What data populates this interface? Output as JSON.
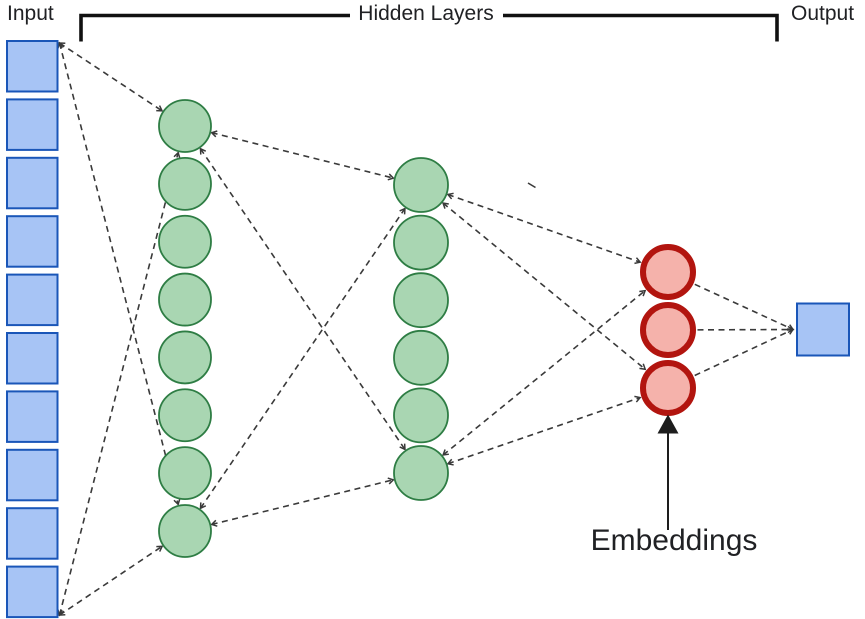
{
  "labels": {
    "input": "Input",
    "hidden_layers": "Hidden Layers",
    "output": "Output",
    "embeddings": "Embeddings"
  },
  "network": {
    "layers": [
      {
        "name": "input",
        "shape": "square",
        "count": 10,
        "fill": "#a7c4f5",
        "stroke": "#1a56b8"
      },
      {
        "name": "hidden-layer-1",
        "shape": "circle",
        "count": 8,
        "fill": "#a9d6b2",
        "stroke": "#2e7d44"
      },
      {
        "name": "hidden-layer-2",
        "shape": "circle",
        "count": 6,
        "fill": "#a9d6b2",
        "stroke": "#2e7d44"
      },
      {
        "name": "embeddings",
        "shape": "circle",
        "count": 3,
        "fill": "#f5b2ab",
        "stroke": "#b2150f"
      },
      {
        "name": "output",
        "shape": "square",
        "count": 1,
        "fill": "#a7c4f5",
        "stroke": "#1a56b8"
      }
    ],
    "connector_color": "#3a3a3a",
    "bracket_color": "#111111",
    "annotation_arrow_color": "#1d1d1d",
    "text_color": "#202124"
  }
}
